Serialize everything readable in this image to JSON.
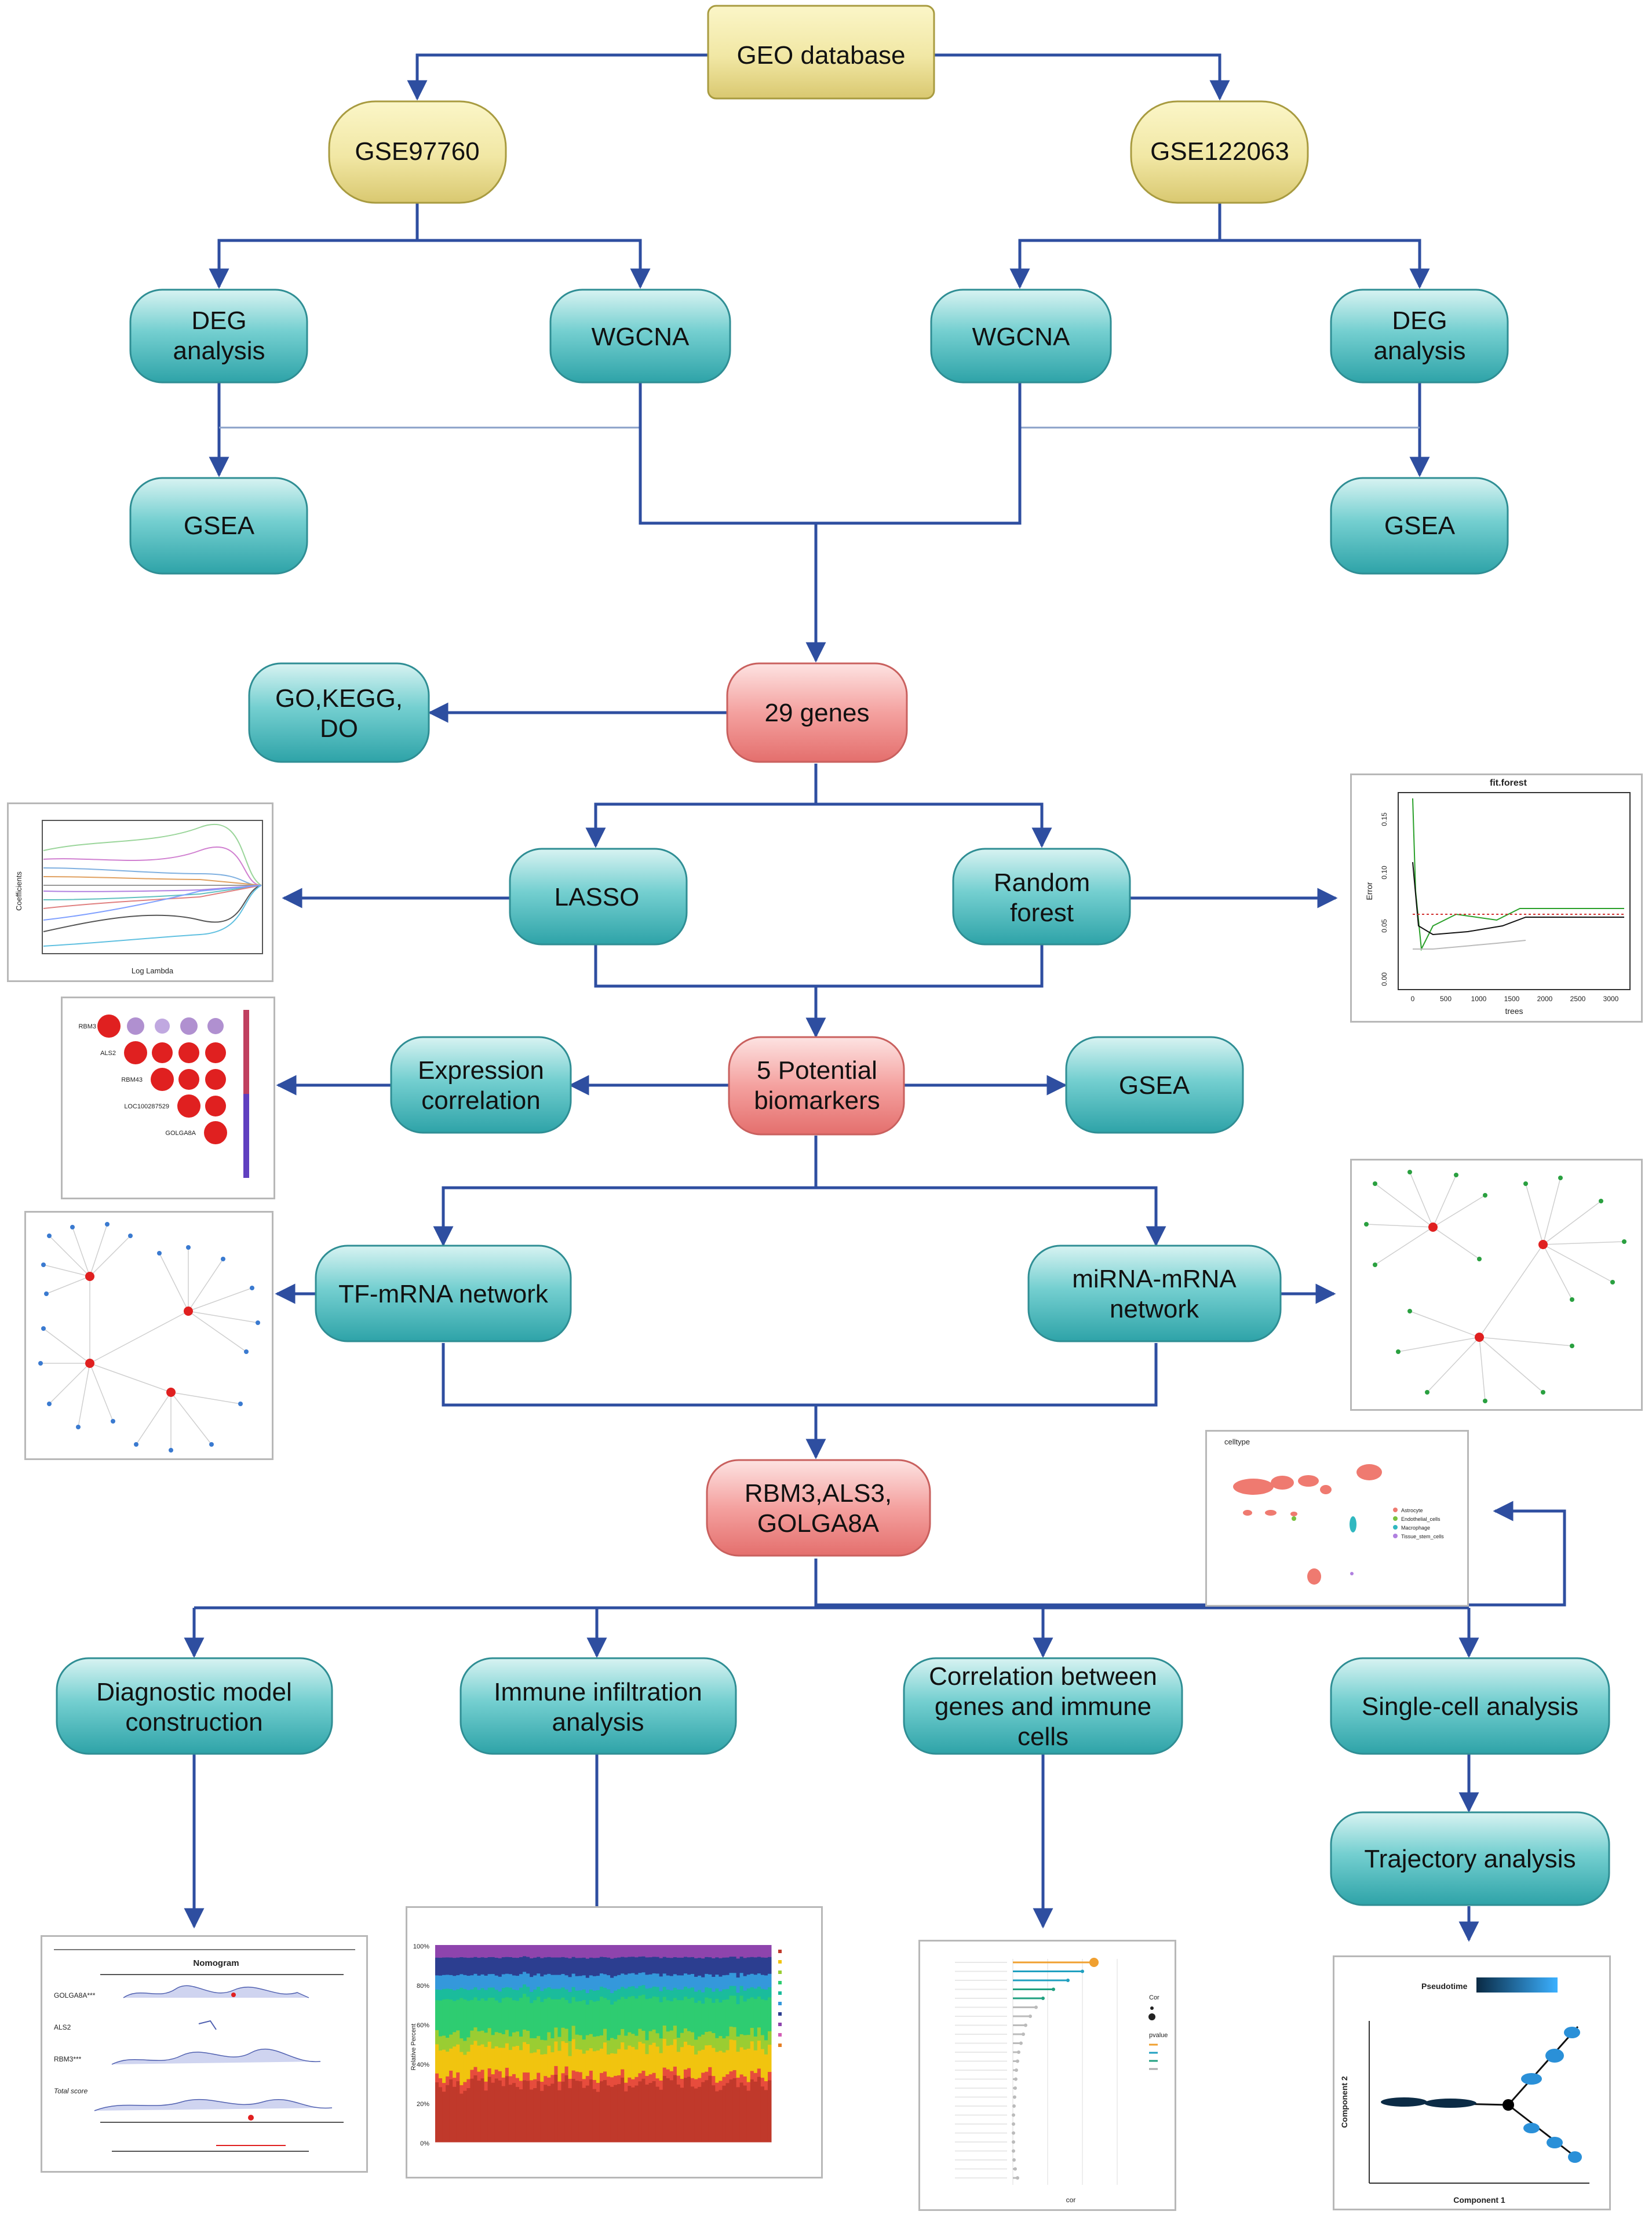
{
  "nodes": {
    "geo": "GEO database",
    "gse_a": "GSE97760",
    "gse_b": "GSE122063",
    "deg_a": [
      "DEG",
      "analysis"
    ],
    "wgcna_a": "WGCNA",
    "wgcna_b": "WGCNA",
    "deg_b": [
      "DEG",
      "analysis"
    ],
    "gsea_a": "GSEA",
    "gsea_b": "GSEA",
    "genes29": "29 genes",
    "go_kegg": [
      "GO,KEGG,",
      "DO"
    ],
    "lasso": "LASSO",
    "random_forest": [
      "Random",
      "forest"
    ],
    "expr_corr": [
      "Expression",
      "correlation"
    ],
    "biomarkers": [
      "5 Potential",
      "biomarkers"
    ],
    "gsea_c": "GSEA",
    "tf_mrna": "TF-mRNA network",
    "mirna_mrna": [
      "miRNA-mRNA",
      "network"
    ],
    "hub_genes": [
      "RBM3,ALS3,",
      "GOLGA8A"
    ],
    "diagnostic": [
      "Diagnostic model",
      "construction"
    ],
    "immune_infiltration": [
      "Immune infiltration",
      "analysis"
    ],
    "correlation_immune": [
      "Correlation between",
      "genes and immune",
      "cells"
    ],
    "single_cell": "Single-cell analysis",
    "trajectory": "Trajectory analysis"
  },
  "thumbnails": {
    "lasso_plot": {
      "xlabel": "Log Lambda",
      "ylabel": "Coefficients"
    },
    "forest_plot": {
      "title": "fit.forest",
      "xlabel": "trees",
      "ylabel": "Error",
      "xticks": [
        "0",
        "500",
        "1000",
        "1500",
        "2000",
        "2500",
        "3000"
      ],
      "yticks": [
        "0.00",
        "0.05",
        "0.10",
        "0.15"
      ]
    },
    "corr_matrix": {
      "genes": [
        "RBM3",
        "ALS2",
        "RBM43",
        "LOC100287529",
        "GOLGA8A"
      ]
    },
    "umap": {
      "title": "celltype",
      "legend": [
        "Astrocyte",
        "Endothelial_cells",
        "Macrophage",
        "Tissue_stem_cells"
      ]
    },
    "nomogram": {
      "title": "Nomogram",
      "rows": [
        "GOLGA8A***",
        "ALS2",
        "RBM3***",
        "Total score"
      ]
    },
    "immune_bar": {
      "ylabel": "Relative Percent",
      "yticks": [
        "0%",
        "20%",
        "40%",
        "60%",
        "80%",
        "100%"
      ]
    },
    "lollipop": {
      "xlabel": "cor",
      "legend_title": "Cor",
      "pvalue_title": "pvalue"
    },
    "trajectory_plot": {
      "legend_title": "Pseudotime",
      "xlabel": "Component 1",
      "ylabel": "Component 2"
    }
  },
  "colors": {
    "database": "#ece29a",
    "analysis": "#5ec3c5",
    "result": "#f19694",
    "arrow": "#2e4ea0"
  }
}
